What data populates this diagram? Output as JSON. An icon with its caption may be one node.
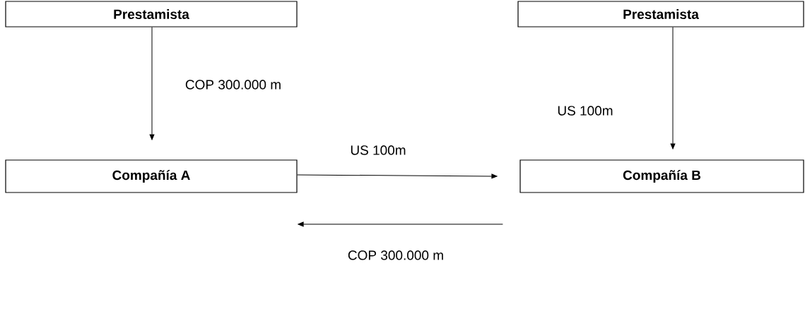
{
  "diagram": {
    "nodes": [
      {
        "text": [
          "Prestamista"
        ]
      },
      {
        "text": [
          "Prestamista"
        ]
      },
      {
        "text": [
          "Compañía A"
        ]
      },
      {
        "text": [
          "Compañía B"
        ]
      }
    ],
    "edges": [
      {
        "from": 0,
        "to": 2,
        "arrow": "to",
        "label": "COP 300.000 m"
      },
      {
        "from": 1,
        "to": 3,
        "arrow": "to",
        "label": "US 100m"
      },
      {
        "from": 2,
        "to": 3,
        "arrow": "to",
        "label": "US 100m"
      },
      {
        "from": 3,
        "to": 2,
        "arrow": "to",
        "label": "COP 300.000 m"
      }
    ]
  }
}
